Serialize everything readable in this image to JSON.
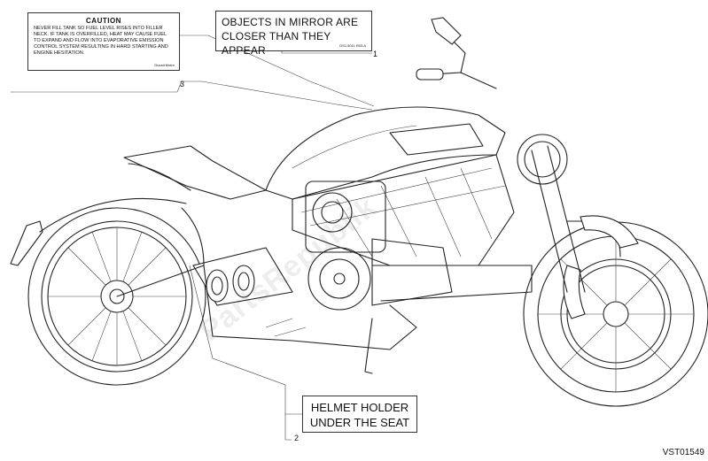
{
  "caution_label": {
    "title": "CAUTION",
    "text": "NEVER FILL TANK SO FUEL LEVEL RISES INTO FILLER NECK. IF TANK IS OVERFILLED, HEAT MAY CAUSE FUEL TO EXPAND AND FLOW INTO EVAPORATIVE EMISSION CONTROL SYSTEM RESULTING IN HARD STARTING AND ENGINE HESITATION.",
    "code": "Ducati Motor"
  },
  "mirror_label": {
    "line1": "OBJECTS IN MIRROR ARE",
    "line2": "CLOSER THAN THEY APPEAR",
    "code": "DS1.5011.R03.A"
  },
  "helmet_label": {
    "line1": "HELMET HOLDER",
    "line2": "UNDER THE SEAT"
  },
  "callouts": {
    "one": "1",
    "two": "2",
    "three": "3"
  },
  "figure_id": "VST01549",
  "watermark": "PartsRepublik",
  "colors": {
    "line": "#222222",
    "background": "#ffffff"
  }
}
